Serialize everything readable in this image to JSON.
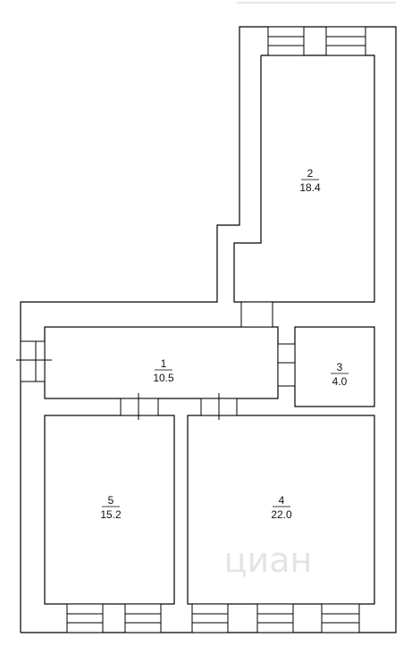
{
  "rooms": [
    {
      "id": "1",
      "area": "10.5"
    },
    {
      "id": "2",
      "area": "18.4"
    },
    {
      "id": "3",
      "area": "4.0"
    },
    {
      "id": "4",
      "area": "22.0"
    },
    {
      "id": "5",
      "area": "15.2"
    }
  ],
  "watermark": "циан",
  "colors": {
    "line": "#000000",
    "background": "#ffffff",
    "watermark": "#e4e4e4"
  }
}
